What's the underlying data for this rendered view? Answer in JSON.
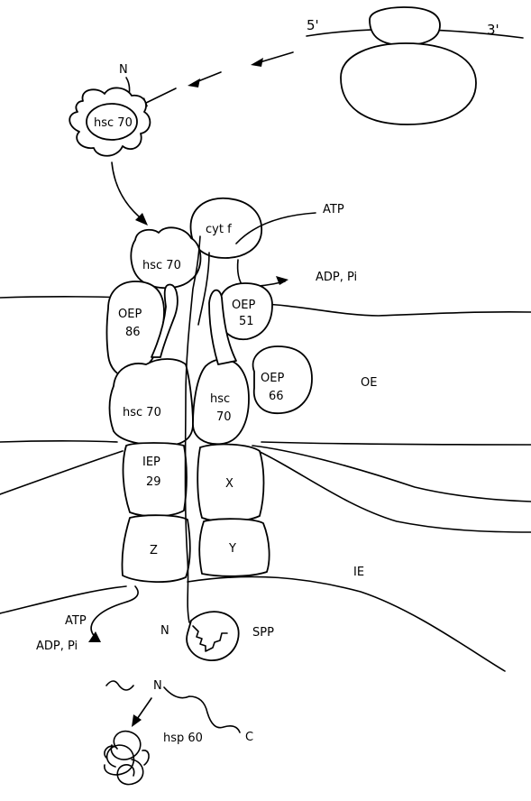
{
  "labels": {
    "five_prime": "5'",
    "three_prime": "3'",
    "n_top": "N",
    "hsc70_free": "hsc 70",
    "cyt_f": "cyt f",
    "atp_top": "ATP",
    "hsc70_top": "hsc 70",
    "adp_pi_top": "ADP, Pi",
    "oep86_line1": "OEP",
    "oep86_line2": "86",
    "oep51_line1": "OEP",
    "oep51_line2": "51",
    "oep66_line1": "OEP",
    "oep66_line2": "66",
    "oe": "OE",
    "hsc70_left": "hsc 70",
    "hsc70_right_line1": "hsc",
    "hsc70_right_line2": "70",
    "iep29_line1": "IEP",
    "iep29_line2": "29",
    "x": "X",
    "z": "Z",
    "y": "Y",
    "ie": "IE",
    "atp_bottom": "ATP",
    "n_bottom": "N",
    "spp": "SPP",
    "adp_pi_bottom": "ADP, Pi",
    "n_peptide": "N",
    "hsp60": "hsp 60",
    "c_term": "C"
  }
}
